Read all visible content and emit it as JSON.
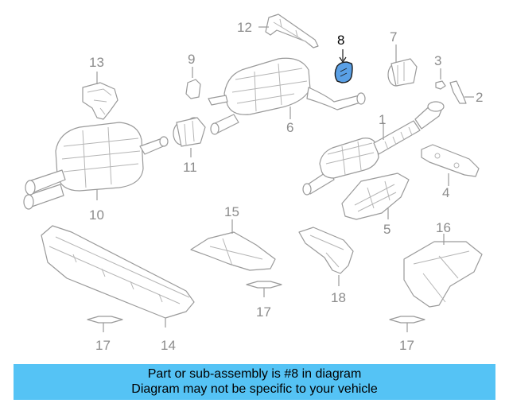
{
  "callouts": {
    "c1": "1",
    "c2": "2",
    "c3": "3",
    "c4": "4",
    "c5": "5",
    "c6": "6",
    "c7": "7",
    "c8": "8",
    "c9": "9",
    "c10": "10",
    "c11": "11",
    "c12": "12",
    "c13": "13",
    "c14": "14",
    "c15": "15",
    "c16": "16",
    "c17": "17",
    "c18": "18"
  },
  "highlighted_part": "8",
  "banner": {
    "line1": "Part or sub-assembly is #8 in diagram",
    "line2": "Diagram may not be specific to your vehicle"
  },
  "colors": {
    "banner_background": "#55c3f5",
    "highlight_fill": "#5aa0e6",
    "line_art": "#9a9a9a"
  }
}
